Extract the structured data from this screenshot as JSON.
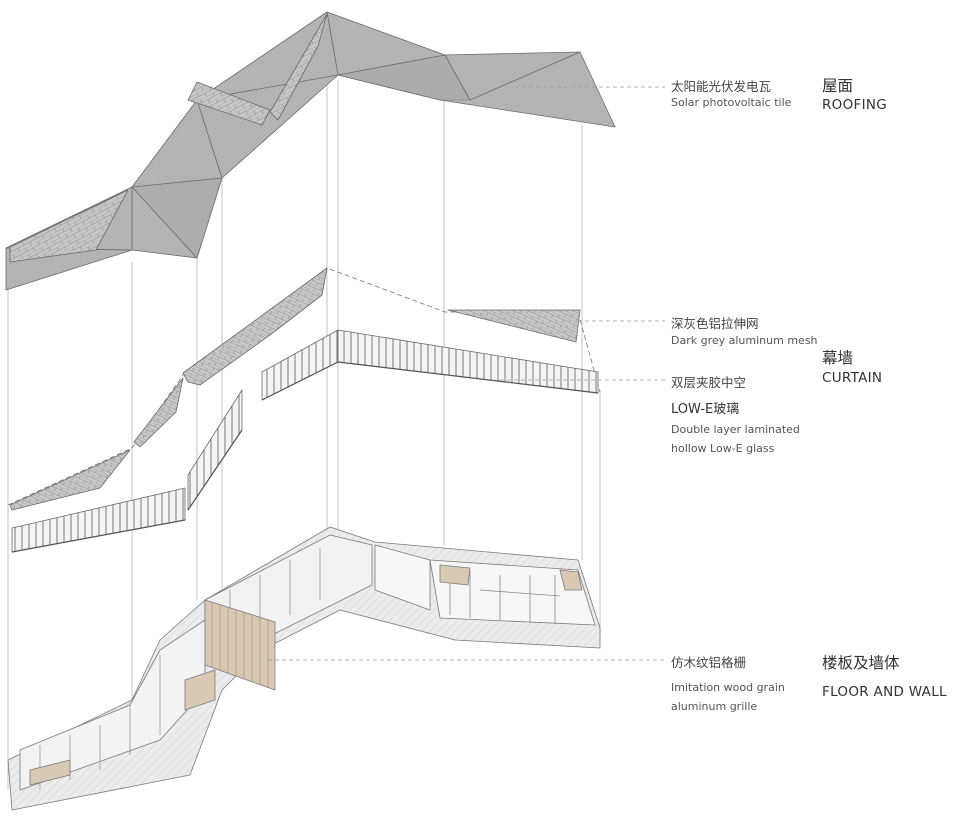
{
  "roof": {
    "tile_zh": "太阳能光伏发电瓦",
    "tile_en": "Solar photovoltaic tile",
    "layer_zh": "屋面",
    "layer_en": "ROOFING"
  },
  "curtain": {
    "mesh_zh": "深灰色铝拉伸网",
    "mesh_en": "Dark grey aluminum mesh",
    "layer_zh": "幕墙",
    "layer_en": "CURTAIN",
    "glass_zh_1": "双层夹胶中空",
    "glass_zh_2": "LOW-E玻璃",
    "glass_en_1": "Double layer laminated",
    "glass_en_2": "hollow Low-E glass"
  },
  "floor": {
    "grille_zh": "仿木纹铝格栅",
    "grille_en_1": "Imitation wood grain",
    "grille_en_2": "aluminum grille",
    "layer_zh": "楼板及墙体",
    "layer_en": "FLOOR AND WALL"
  },
  "colors": {
    "roof_fill": "#b9b9b9",
    "roof_dark": "#a3a3a3",
    "mesh_fill": "#c4c4c4",
    "line": "#666666",
    "leader": "#9a9a9a",
    "wood": "#d8c8b4"
  }
}
